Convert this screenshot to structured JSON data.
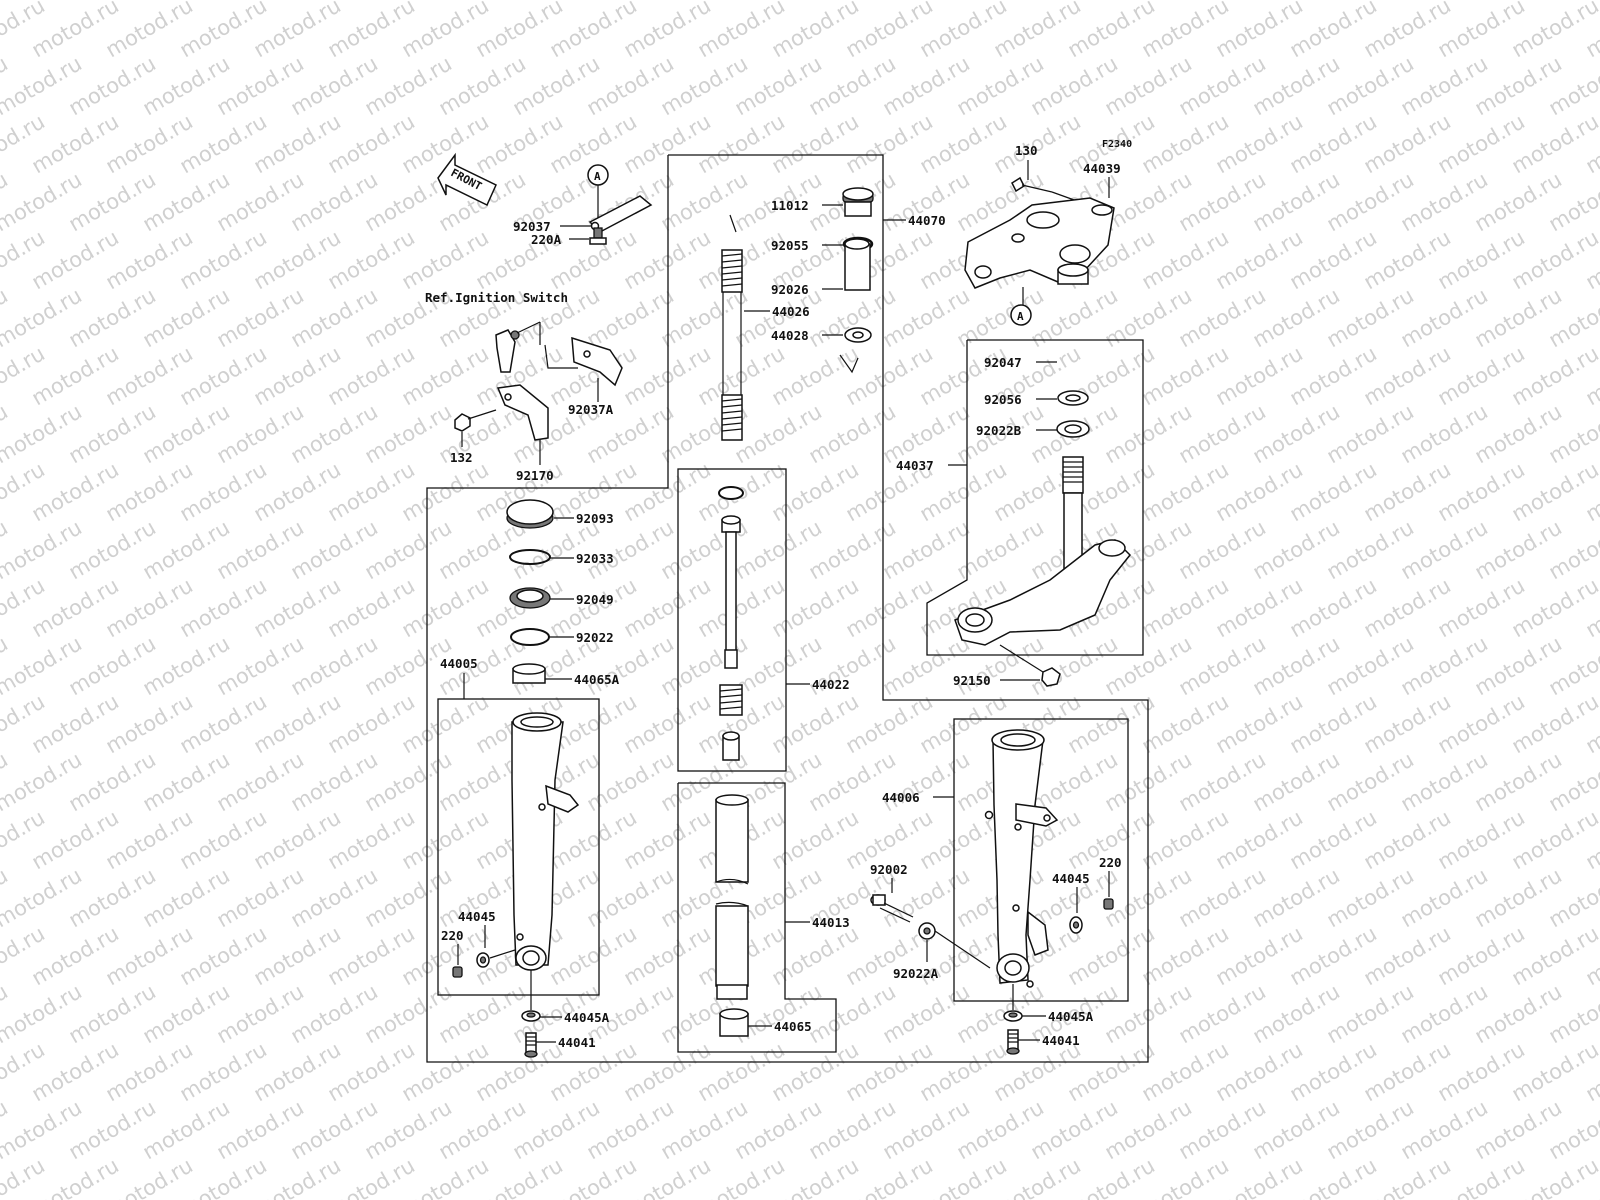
{
  "watermark": "motod.ru",
  "figure_code": "F2340",
  "front_arrow": "FRONT",
  "ref_note": "Ref.Ignition Switch",
  "marker_a": "A",
  "parts": {
    "p130": "130",
    "p44039": "44039",
    "p44070": "44070",
    "p11012": "11012",
    "p92055": "92055",
    "p92026": "92026",
    "p44026": "44026",
    "p44028": "44028",
    "p92037": "92037",
    "p220A": "220A",
    "p92037A": "92037A",
    "p132": "132",
    "p92170": "92170",
    "p92047": "92047",
    "p92056": "92056",
    "p92022B": "92022B",
    "p44037": "44037",
    "p92150": "92150",
    "p92093": "92093",
    "p92033": "92033",
    "p92049": "92049",
    "p92022": "92022",
    "p44065A": "44065A",
    "p44005": "44005",
    "p44045_l": "44045",
    "p220_l": "220",
    "p44045A_l": "44045A",
    "p44041_l": "44041",
    "p44022": "44022",
    "p44013": "44013",
    "p44065": "44065",
    "p44006": "44006",
    "p92002": "92002",
    "p92022A": "92022A",
    "p44045_r": "44045",
    "p220_r": "220",
    "p44045A_r": "44045A",
    "p44041_r": "44041"
  }
}
